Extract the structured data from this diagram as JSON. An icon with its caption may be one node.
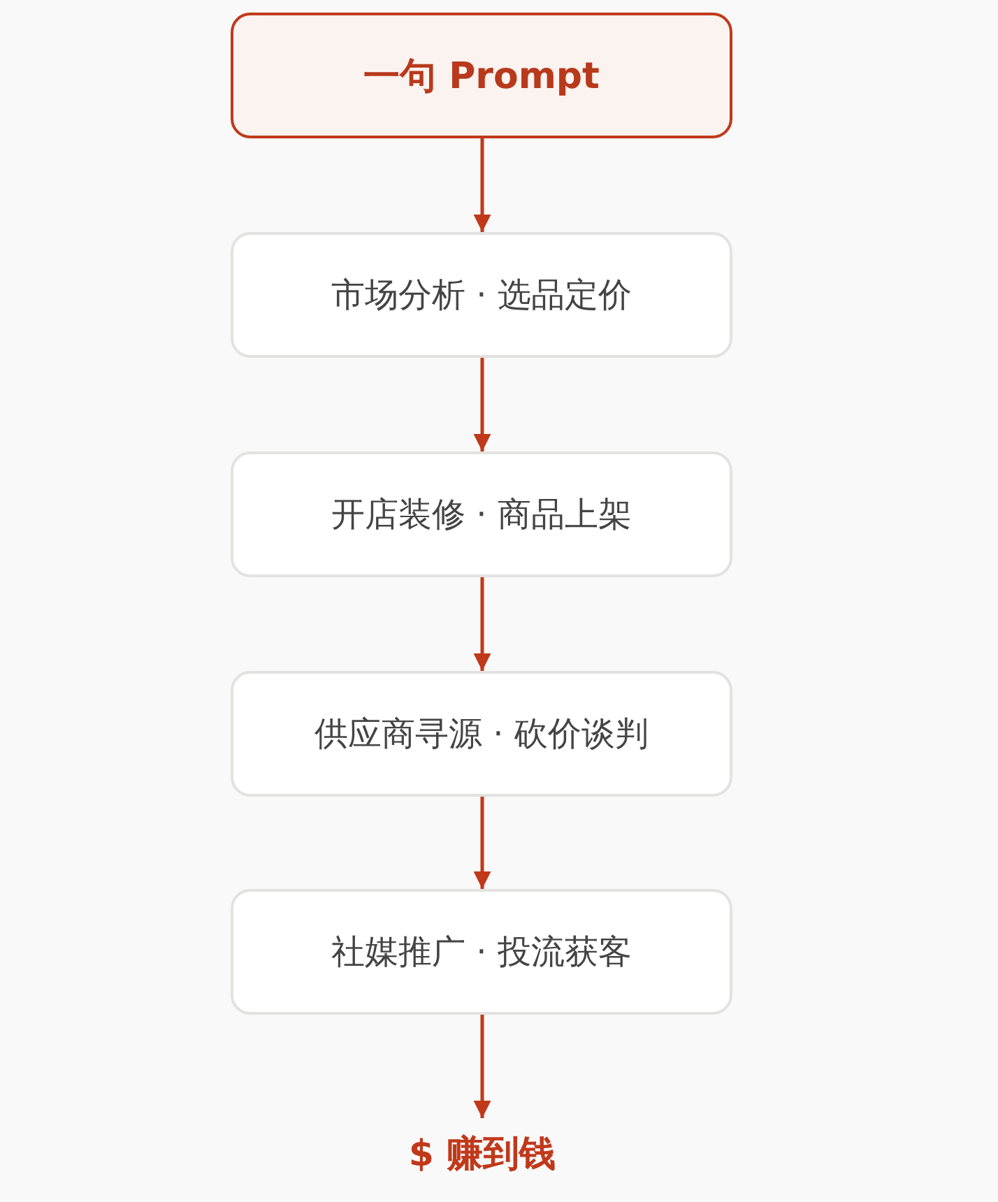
{
  "diagram": {
    "nodes": [
      {
        "text": [
          "一句 Prompt"
        ]
      },
      {
        "text": [
          "市场分析 · 选品定价"
        ]
      },
      {
        "text": [
          "开店装修 · 商品上架"
        ]
      },
      {
        "text": [
          "供应商寻源 · 砍价谈判"
        ]
      },
      {
        "text": [
          "社媒推广 · 投流获客"
        ]
      },
      {
        "text": [
          "$ 赚到钱"
        ]
      }
    ],
    "edges": [
      {
        "from": 0,
        "to": 1,
        "arrow": "to"
      },
      {
        "from": 1,
        "to": 2,
        "arrow": "to"
      },
      {
        "from": 2,
        "to": 3,
        "arrow": "to"
      },
      {
        "from": 3,
        "to": 4,
        "arrow": "to"
      },
      {
        "from": 4,
        "to": 5,
        "arrow": "to"
      }
    ]
  }
}
